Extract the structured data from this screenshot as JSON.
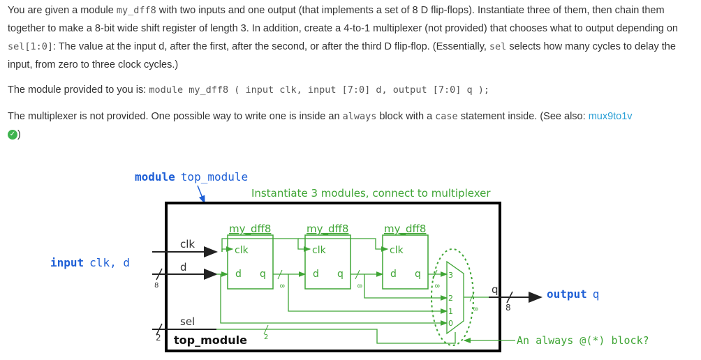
{
  "intro": {
    "p1": [
      "You are given a module ",
      "my_dff8",
      " with two inputs and one output (that implements a set of 8 D flip-flops). Instantiate three of them, then chain them together to make a 8-bit wide shift register of length 3. In addition, create a 4-to-1 multiplexer (not provided) that chooses what to output depending on ",
      "sel[1:0]",
      ": The value at the input d, after the first, after the second, or after the third D flip-flop. (Essentially, ",
      "sel",
      " selects how many cycles to delay the input, from zero to three clock cycles.)"
    ],
    "p2_text": "The module provided to you is: ",
    "p2_code": "module my_dff8 ( input clk, input [7:0] d, output [7:0] q );",
    "p3_a": "The multiplexer is not provided. One possible way to write one is inside an ",
    "p3_code1": "always",
    "p3_b": " block with a ",
    "p3_code2": "case",
    "p3_c": " statement inside. (See also: ",
    "p3_link": "mux9to1v",
    "p3_check": "✓",
    "p3_end": ")"
  },
  "diagram": {
    "module_keyword": "module",
    "module_name": "top_module",
    "note_instantiate": "Instantiate 3 modules, connect to multiplexer",
    "input_keyword": "input",
    "input_names": "clk, d",
    "output_keyword": "output",
    "output_name": "q",
    "box_label": "top_module",
    "dff_title": "my_dff8",
    "dff_clk": "clk",
    "dff_d": "d",
    "dff_q": "q",
    "wire_clk": "clk",
    "wire_d": "d",
    "wire_sel": "sel",
    "wire_q": "q",
    "bus_8": "8",
    "bus_2": "2",
    "mux_inputs": [
      "3",
      "2",
      "1",
      "0"
    ],
    "always_note": "An always @(*) block?",
    "colors": {
      "green": "#3fa535",
      "blue": "#1e5fd6",
      "text": "#333333"
    }
  }
}
